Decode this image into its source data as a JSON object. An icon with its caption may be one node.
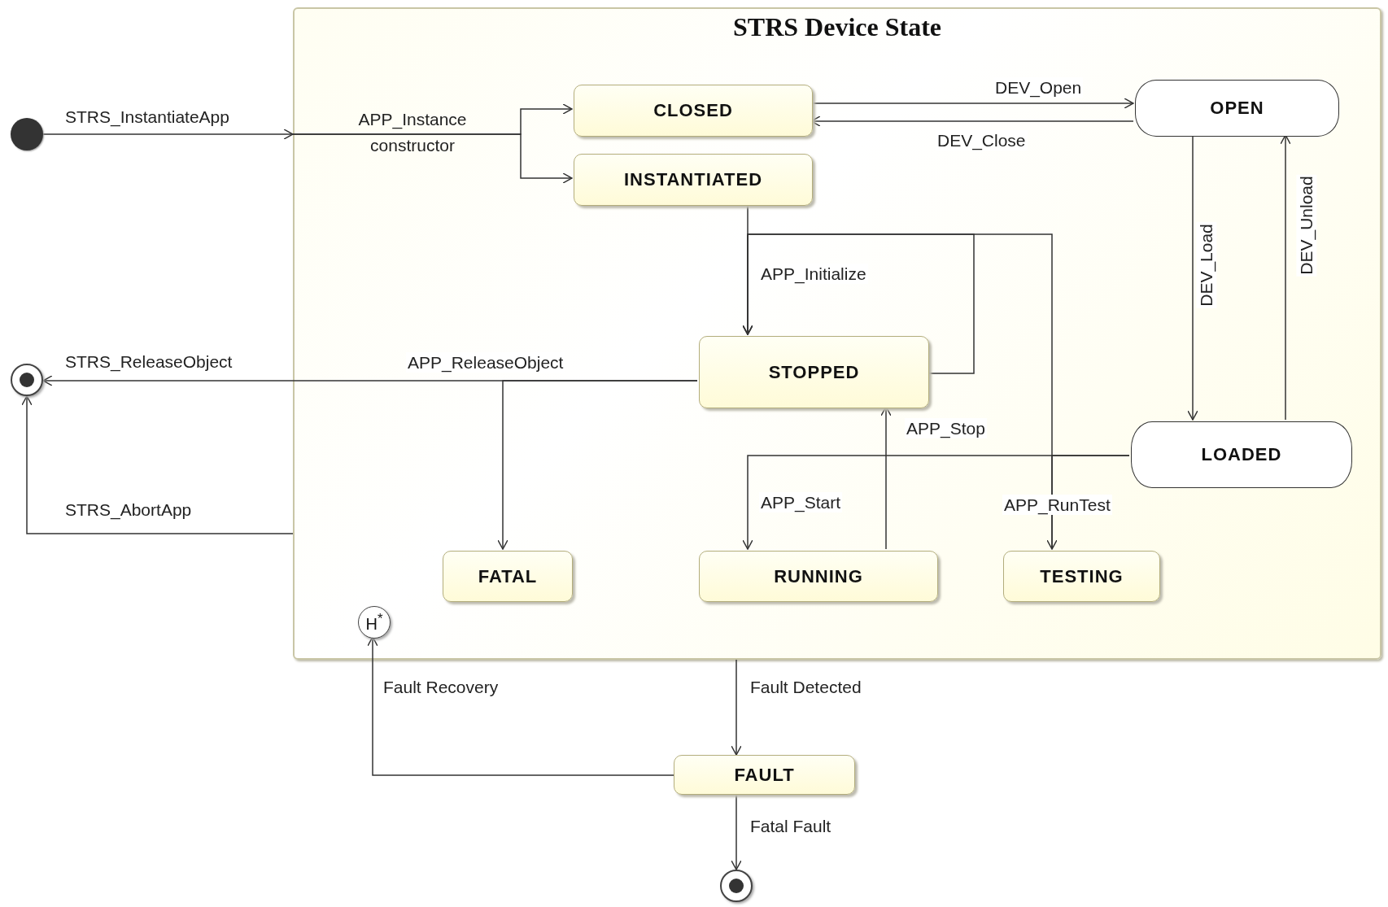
{
  "diagram": {
    "nodes": [
      {
        "text": [
          "STRS Device State"
        ]
      },
      {
        "text": [],
        "shape": "circle"
      },
      {
        "text": [
          "CLOSED"
        ],
        "in": 0
      },
      {
        "text": [
          "INSTANTIATED"
        ],
        "in": 0
      },
      {
        "text": [
          "OPEN"
        ],
        "in": 0
      },
      {
        "text": [
          "STOPPED"
        ],
        "in": 0
      },
      {
        "text": [
          "LOADED"
        ],
        "in": 0
      },
      {
        "text": [
          "FATAL"
        ],
        "in": 0
      },
      {
        "text": [
          "RUNNING"
        ],
        "in": 0
      },
      {
        "text": [
          "TESTING"
        ],
        "in": 0
      },
      {
        "text": [
          "H$^{*}$"
        ],
        "in": 0
      },
      {
        "text": [],
        "shape": "circle"
      },
      {
        "text": [
          "FAULT"
        ]
      },
      {
        "text": [],
        "shape": "circle"
      }
    ],
    "edges": [
      {
        "from": 1,
        "to": 0,
        "arrow": "to",
        "label": "STRS_InstantiateApp"
      },
      {
        "from": 0,
        "to": 2,
        "arrow": "to",
        "label": "APP_Instance constructor"
      },
      {
        "from": 0,
        "to": 3,
        "arrow": "to"
      },
      {
        "from": 2,
        "to": 4,
        "arrow": "to",
        "label": "DEV_Open"
      },
      {
        "from": 4,
        "to": 2,
        "arrow": "to",
        "label": "DEV_Close"
      },
      {
        "from": 4,
        "to": 6,
        "arrow": "to",
        "label": "DEV_Load"
      },
      {
        "from": 6,
        "to": 4,
        "arrow": "to",
        "label": "DEV_Unload"
      },
      {
        "from": 3,
        "to": 5,
        "arrow": "to",
        "label": "APP_Initialize"
      },
      {
        "from": 5,
        "to": 5,
        "arrow": "to"
      },
      {
        "from": 9,
        "to": 5,
        "arrow": "to"
      },
      {
        "from": 6,
        "to": 8,
        "arrow": "to",
        "label": "APP_Start"
      },
      {
        "from": 6,
        "to": 9,
        "arrow": "to",
        "label": "APP_RunTest"
      },
      {
        "from": 8,
        "to": 5,
        "arrow": "to",
        "label": "APP_Stop"
      },
      {
        "from": 5,
        "to": 11,
        "arrow": "to",
        "label": "APP_ReleaseObject"
      },
      {
        "from": 5,
        "to": 7,
        "arrow": "to"
      },
      {
        "from": 0,
        "to": 11,
        "arrow": "to",
        "label": "STRS_AbortApp"
      },
      {
        "from": 0,
        "to": 12,
        "arrow": "to",
        "label": "Fault Detected"
      },
      {
        "from": 12,
        "to": 10,
        "arrow": "to",
        "label": "Fault Recovery"
      },
      {
        "from": 12,
        "to": 13,
        "arrow": "to",
        "label": "Fatal Fault"
      }
    ],
    "labels": [
      "STRS_ReleaseObject"
    ]
  }
}
